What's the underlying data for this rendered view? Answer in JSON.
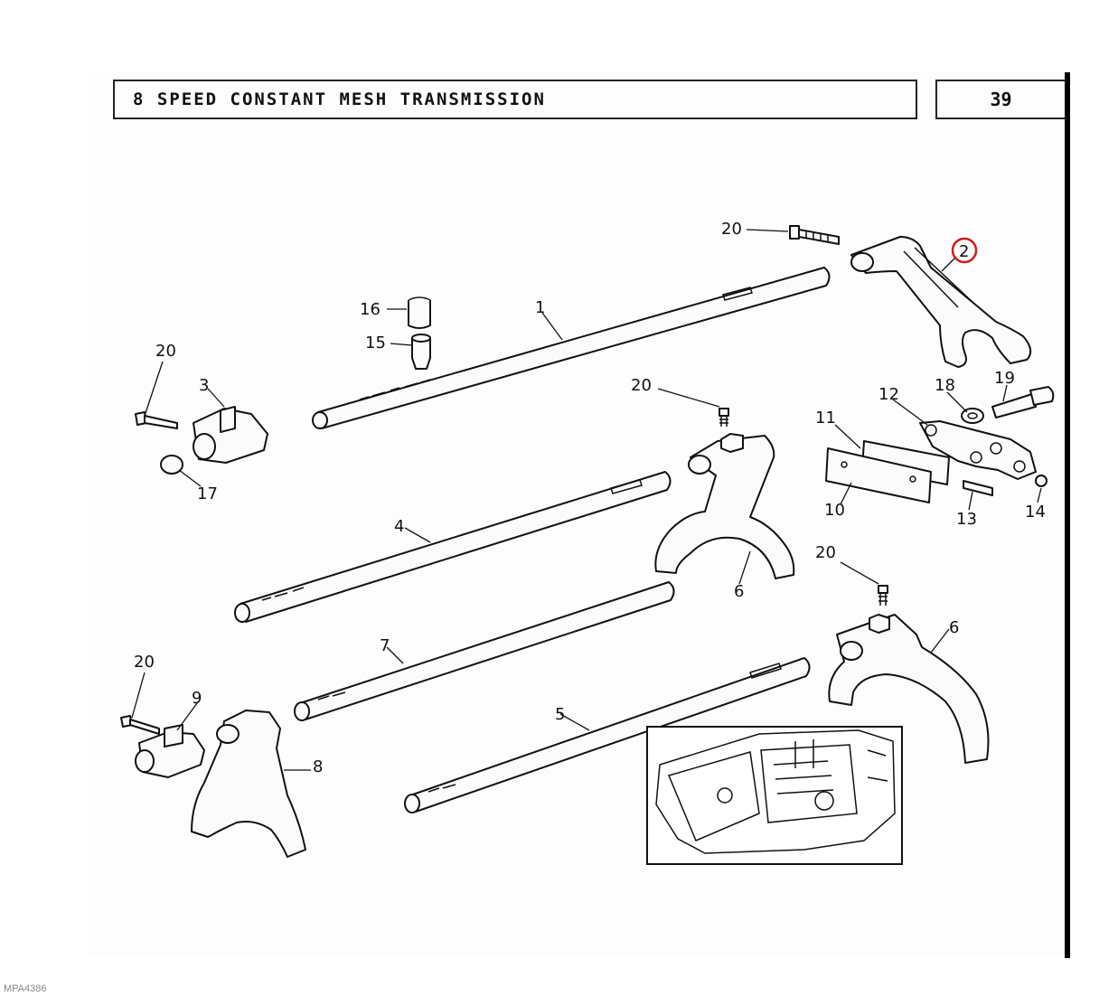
{
  "header": {
    "title": "8 SPEED CONSTANT MESH TRANSMISSION",
    "page_number": "39"
  },
  "callouts": {
    "c1": "1",
    "c2": "2",
    "c3": "3",
    "c4": "4",
    "c5": "5",
    "c6a": "6",
    "c6b": "6",
    "c7": "7",
    "c8": "8",
    "c9": "9",
    "c10": "10",
    "c11": "11",
    "c12": "12",
    "c13": "13",
    "c14": "14",
    "c15": "15",
    "c16": "16",
    "c17": "17",
    "c18": "18",
    "c19": "19",
    "c20a": "20",
    "c20b": "20",
    "c20c": "20",
    "c20d": "20",
    "c20e": "20"
  },
  "highlight": {
    "part": "2",
    "color": "#cc1f1f"
  },
  "footer": {
    "reference": "MPA4386"
  }
}
